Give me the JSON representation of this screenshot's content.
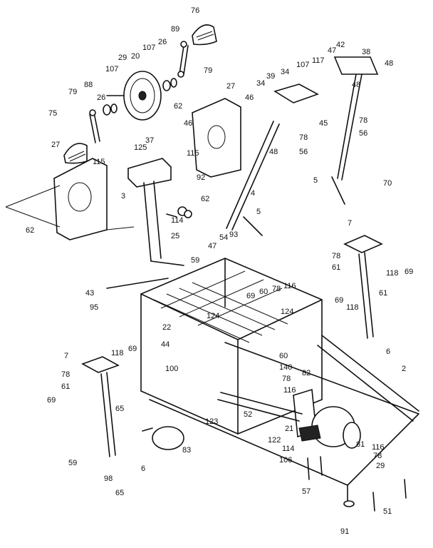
{
  "callouts": [
    {
      "id": "c76a",
      "text": "76"
    },
    {
      "id": "c89",
      "text": "89"
    },
    {
      "id": "c20",
      "text": "20"
    },
    {
      "id": "c107a",
      "text": "107"
    },
    {
      "id": "c26a",
      "text": "26"
    },
    {
      "id": "c79a",
      "text": "79"
    },
    {
      "id": "c29a",
      "text": "29"
    },
    {
      "id": "c107b",
      "text": "107"
    },
    {
      "id": "c79b",
      "text": "79"
    },
    {
      "id": "c88",
      "text": "88"
    },
    {
      "id": "c26b",
      "text": "26"
    },
    {
      "id": "c27a",
      "text": "27"
    },
    {
      "id": "c62a",
      "text": "62"
    },
    {
      "id": "c46a",
      "text": "46"
    },
    {
      "id": "c37",
      "text": "37"
    },
    {
      "id": "c75",
      "text": "75"
    },
    {
      "id": "c125",
      "text": "125"
    },
    {
      "id": "c115a",
      "text": "115"
    },
    {
      "id": "c92",
      "text": "92"
    },
    {
      "id": "c27b",
      "text": "27"
    },
    {
      "id": "c115b",
      "text": "115"
    },
    {
      "id": "c3",
      "text": "3"
    },
    {
      "id": "c62b",
      "text": "62"
    },
    {
      "id": "c62c",
      "text": "62"
    },
    {
      "id": "c114a",
      "text": "114"
    },
    {
      "id": "c25",
      "text": "25"
    },
    {
      "id": "c46b",
      "text": "46"
    },
    {
      "id": "c34a",
      "text": "34"
    },
    {
      "id": "c39",
      "text": "39"
    },
    {
      "id": "c34b",
      "text": "34"
    },
    {
      "id": "c107c",
      "text": "107"
    },
    {
      "id": "c117",
      "text": "117"
    },
    {
      "id": "c47a",
      "text": "47"
    },
    {
      "id": "c42",
      "text": "42"
    },
    {
      "id": "c38",
      "text": "38"
    },
    {
      "id": "c48a",
      "text": "48"
    },
    {
      "id": "c48b",
      "text": "48"
    },
    {
      "id": "c45",
      "text": "45"
    },
    {
      "id": "c78a",
      "text": "78"
    },
    {
      "id": "c56a",
      "text": "56"
    },
    {
      "id": "c78b",
      "text": "78"
    },
    {
      "id": "c56b",
      "text": "56"
    },
    {
      "id": "c48c",
      "text": "48"
    },
    {
      "id": "c4",
      "text": "4"
    },
    {
      "id": "c5a",
      "text": "5"
    },
    {
      "id": "c70",
      "text": "70"
    },
    {
      "id": "c5b",
      "text": "5"
    },
    {
      "id": "c54",
      "text": "54"
    },
    {
      "id": "c93",
      "text": "93"
    },
    {
      "id": "c47b",
      "text": "47"
    },
    {
      "id": "c59a",
      "text": "59"
    },
    {
      "id": "c7a",
      "text": "7"
    },
    {
      "id": "c78c",
      "text": "78"
    },
    {
      "id": "c61a",
      "text": "61"
    },
    {
      "id": "c118a",
      "text": "118"
    },
    {
      "id": "c69a",
      "text": "69"
    },
    {
      "id": "c61b",
      "text": "61"
    },
    {
      "id": "c43",
      "text": "43"
    },
    {
      "id": "c95",
      "text": "95"
    },
    {
      "id": "c69b",
      "text": "69"
    },
    {
      "id": "c60a",
      "text": "60"
    },
    {
      "id": "c78d",
      "text": "78"
    },
    {
      "id": "c116a",
      "text": "116"
    },
    {
      "id": "c124a",
      "text": "124"
    },
    {
      "id": "c124b",
      "text": "124"
    },
    {
      "id": "c69c",
      "text": "69"
    },
    {
      "id": "c118b",
      "text": "118"
    },
    {
      "id": "c22",
      "text": "22"
    },
    {
      "id": "c6a",
      "text": "6"
    },
    {
      "id": "c44",
      "text": "44"
    },
    {
      "id": "c7b",
      "text": "7"
    },
    {
      "id": "c118c",
      "text": "118"
    },
    {
      "id": "c69d",
      "text": "69"
    },
    {
      "id": "c100",
      "text": "100"
    },
    {
      "id": "c60b",
      "text": "60"
    },
    {
      "id": "c140",
      "text": "140"
    },
    {
      "id": "c78e",
      "text": "78"
    },
    {
      "id": "c116b",
      "text": "116"
    },
    {
      "id": "c2",
      "text": "2"
    },
    {
      "id": "c78f",
      "text": "78"
    },
    {
      "id": "c61c",
      "text": "61"
    },
    {
      "id": "c69e",
      "text": "69"
    },
    {
      "id": "c82",
      "text": "82"
    },
    {
      "id": "c65a",
      "text": "65"
    },
    {
      "id": "c123",
      "text": "123"
    },
    {
      "id": "c52",
      "text": "52"
    },
    {
      "id": "c21",
      "text": "21"
    },
    {
      "id": "c122",
      "text": "122"
    },
    {
      "id": "c83",
      "text": "83"
    },
    {
      "id": "c59b",
      "text": "59"
    },
    {
      "id": "c6b",
      "text": "6"
    },
    {
      "id": "c114b",
      "text": "114"
    },
    {
      "id": "c106",
      "text": "106"
    },
    {
      "id": "c81",
      "text": "81"
    },
    {
      "id": "c116c",
      "text": "116"
    },
    {
      "id": "c78g",
      "text": "78"
    },
    {
      "id": "c29b",
      "text": "29"
    },
    {
      "id": "c98",
      "text": "98"
    },
    {
      "id": "c65b",
      "text": "65"
    },
    {
      "id": "c57",
      "text": "57"
    },
    {
      "id": "c51",
      "text": "51"
    },
    {
      "id": "c91",
      "text": "91"
    }
  ]
}
